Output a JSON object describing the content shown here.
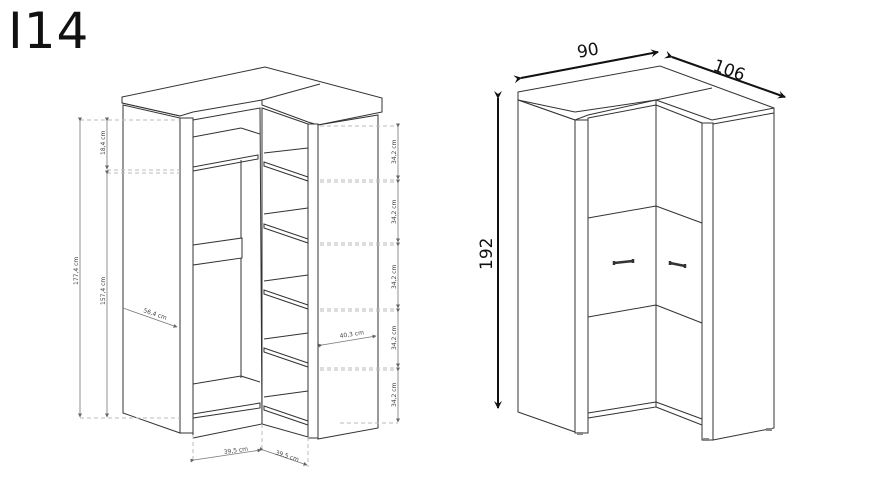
{
  "title": "I14",
  "left_drawing": {
    "height_total": "177,4 cm",
    "height_lower": "157,4 cm",
    "height_top": "18,4 cm",
    "depth_left": "56,4 cm",
    "depth_right": "40,3 cm",
    "shelf_spacing": [
      "34,2 cm",
      "34,2 cm",
      "34,2 cm",
      "34,2 cm",
      "34,2 cm"
    ],
    "bottom_width_left": "39,5 cm",
    "bottom_width_right": "39,5 cm"
  },
  "right_drawing": {
    "width": "90",
    "depth": "106",
    "height": "192"
  }
}
